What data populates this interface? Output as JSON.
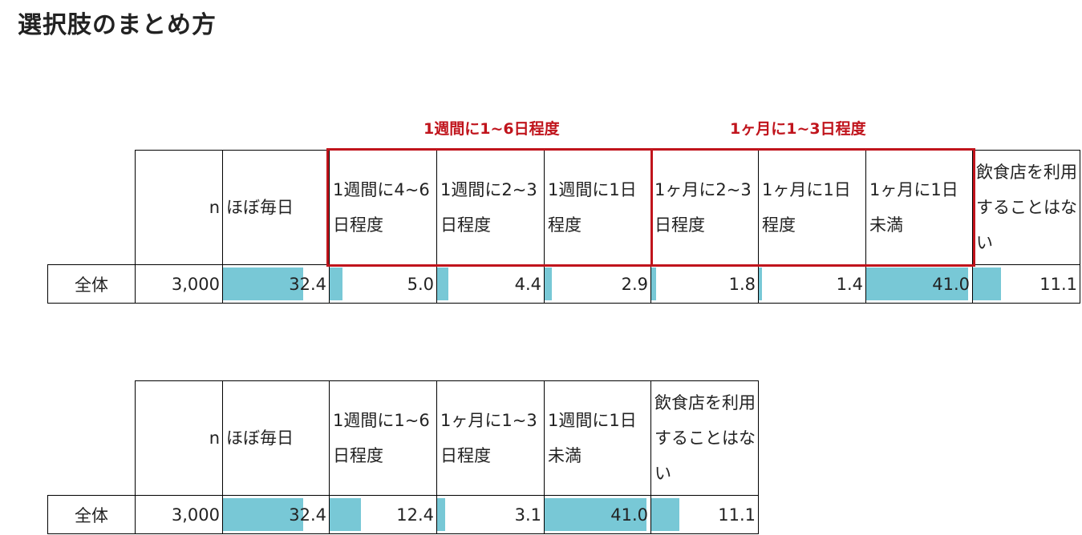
{
  "title": "選択肢のまとめ方",
  "group_labels": {
    "weekly": "1週間に1~6日程度",
    "monthly": "1ヶ月に1~3日程度"
  },
  "colors": {
    "bar": "#78c8d6",
    "highlight": "#c0141c"
  },
  "table1": {
    "headers": [
      "n",
      "ほぼ毎日",
      "1週間に4~6日程度",
      "1週間に2~3日程度",
      "1週間に1日程度",
      "1ヶ月に2~3日程度",
      "1ヶ月に1日程度",
      "1ヶ月に1日未満",
      "飲食店を利用することはない"
    ],
    "row_label": "全体",
    "n": "3,000",
    "values": [
      "32.4",
      "5.0",
      "4.4",
      "2.9",
      "1.8",
      "1.4",
      "41.0",
      "11.1"
    ],
    "bar_percent": [
      32.4,
      5.0,
      4.4,
      2.9,
      1.8,
      1.4,
      41.0,
      11.1
    ]
  },
  "table2": {
    "headers": [
      "n",
      "ほぼ毎日",
      "1週間に1~6日程度",
      "1ヶ月に1~3日程度",
      "1週間に1日未満",
      "飲食店を利用することはない"
    ],
    "row_label": "全体",
    "n": "3,000",
    "values": [
      "32.4",
      "12.4",
      "3.1",
      "41.0",
      "11.1"
    ],
    "bar_percent": [
      32.4,
      12.4,
      3.1,
      41.0,
      11.1
    ]
  }
}
